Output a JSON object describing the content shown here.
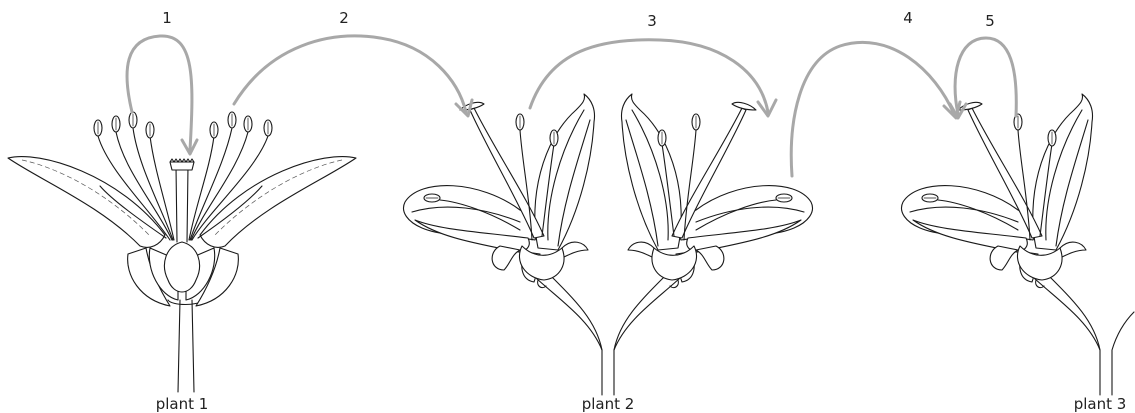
{
  "diagram": {
    "arrows": [
      {
        "label": "1"
      },
      {
        "label": "2"
      },
      {
        "label": "3"
      },
      {
        "label": "4"
      },
      {
        "label": "5"
      }
    ],
    "plants": [
      {
        "label": "plant 1"
      },
      {
        "label": "plant 2"
      },
      {
        "label": "plant 3"
      }
    ],
    "colors": {
      "arrow": "#a8a8a8",
      "ink": "#1a1a1a",
      "background": "#ffffff"
    }
  }
}
